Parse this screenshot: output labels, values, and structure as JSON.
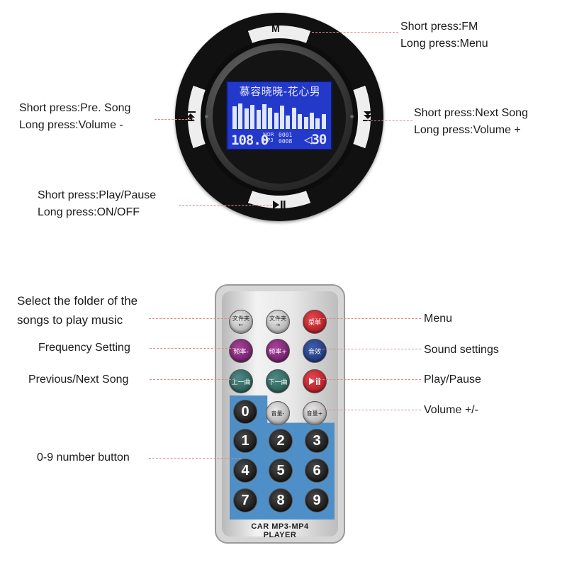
{
  "device": {
    "top_button": "M",
    "left_button_icon": "previous-song-icon",
    "right_button_icon": "next-song-icon",
    "bottom_button_icon": "play-pause-icon",
    "screen": {
      "song_title": "慕容晓晓-花心男",
      "frequency": "108.0",
      "mode_line1": "NOR",
      "mode_line2": "MP3",
      "track_current": "0001",
      "track_total": "0008",
      "volume": "30",
      "bar_levels": [
        0.85,
        0.95,
        0.75,
        0.9,
        0.7,
        0.92,
        0.8,
        0.6,
        0.88,
        0.5,
        0.8,
        0.55,
        0.45,
        0.6,
        0.4,
        0.55
      ]
    }
  },
  "device_annotations": {
    "fm": [
      "Short press:FM",
      "Long press:Menu"
    ],
    "prev": [
      "Short press:Pre. Song",
      "Long press:Volume -"
    ],
    "next": [
      "Short press:Next Song",
      "Long press:Volume +"
    ],
    "play": [
      "Short press:Play/Pause",
      "Long press:ON/OFF"
    ]
  },
  "remote": {
    "folder_prev": "文件夹",
    "folder_next": "文件夹",
    "menu": "菜单",
    "freq_down": "频率-",
    "freq_up": "频率+",
    "sound": "音效",
    "prev_song": "上一曲",
    "next_song": "下一曲",
    "vol_down": "音量-",
    "vol_up": "音量+",
    "numbers": [
      "0",
      "1",
      "2",
      "3",
      "4",
      "5",
      "6",
      "7",
      "8",
      "9"
    ],
    "brand_line1": "CAR MP3-MP4",
    "brand_line2": "PLAYER"
  },
  "remote_annotations": {
    "folder": [
      "Select the folder of the",
      "songs to play music"
    ],
    "frequency": "Frequency Setting",
    "prev_next": "Previous/Next Song",
    "numbers": "0-9 number button",
    "menu": "Menu",
    "sound": "Sound settings",
    "play_pause": "Play/Pause",
    "volume": "Volume +/-"
  },
  "colors": {
    "lcd": "#2339c9",
    "leader_line": "#d98a8a",
    "remote_keypad": "#4f8fc8",
    "red_button": "#c41a22",
    "purple_button": "#7e2676"
  }
}
